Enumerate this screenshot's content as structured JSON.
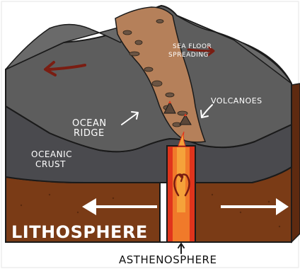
{
  "labels": {
    "sea_floor_line1": "SEA FLOOR",
    "sea_floor_line2": "SPREADING",
    "volcanoes": "VOLCANOES",
    "ocean_ridge_line1": "OCEAN",
    "ocean_ridge_line2": "RIDGE",
    "oceanic_crust_line1": "OCEANIC",
    "oceanic_crust_line2": "CRUST",
    "lithosphere": "LITHOSPHERE",
    "asthenosphere": "ASTHENOSPHERE"
  },
  "colors": {
    "crust_top": "#5d5d5d",
    "crust_side": "#4a4a4e",
    "ridge_rift": "#b5805a",
    "lithosphere": "#7a3b16",
    "magma_outer": "#e0341c",
    "magma_inner": "#f5a23a",
    "arrow_dark": "#7a1d12",
    "arrow_light": "#ffffff"
  }
}
